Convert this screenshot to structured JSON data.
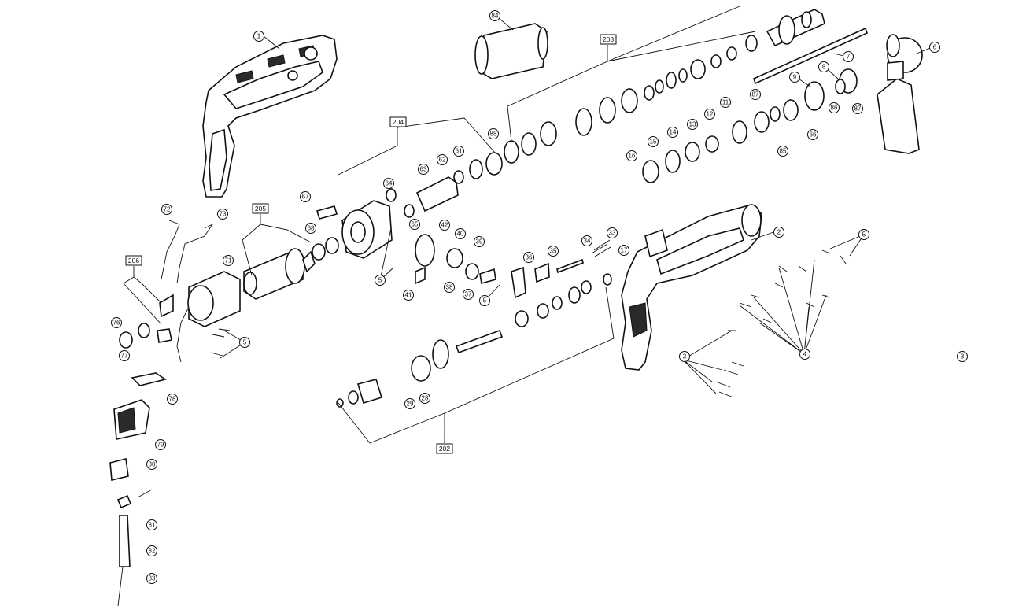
{
  "diagram": {
    "callouts": [
      "1",
      "2",
      "3",
      "3",
      "4",
      "5",
      "5",
      "5",
      "5",
      "6",
      "7",
      "8",
      "9",
      "11",
      "12",
      "13",
      "14",
      "15",
      "16",
      "17",
      "28",
      "29",
      "33",
      "34",
      "35",
      "36",
      "37",
      "38",
      "39",
      "40",
      "41",
      "42",
      "61",
      "62",
      "63",
      "64",
      "65",
      "66",
      "67",
      "68",
      "71",
      "72",
      "73",
      "76",
      "77",
      "78",
      "79",
      "80",
      "81",
      "82",
      "83",
      "84",
      "85",
      "86",
      "87",
      "87",
      "88"
    ],
    "groups": [
      "202",
      "203",
      "204",
      "205",
      "206"
    ]
  }
}
